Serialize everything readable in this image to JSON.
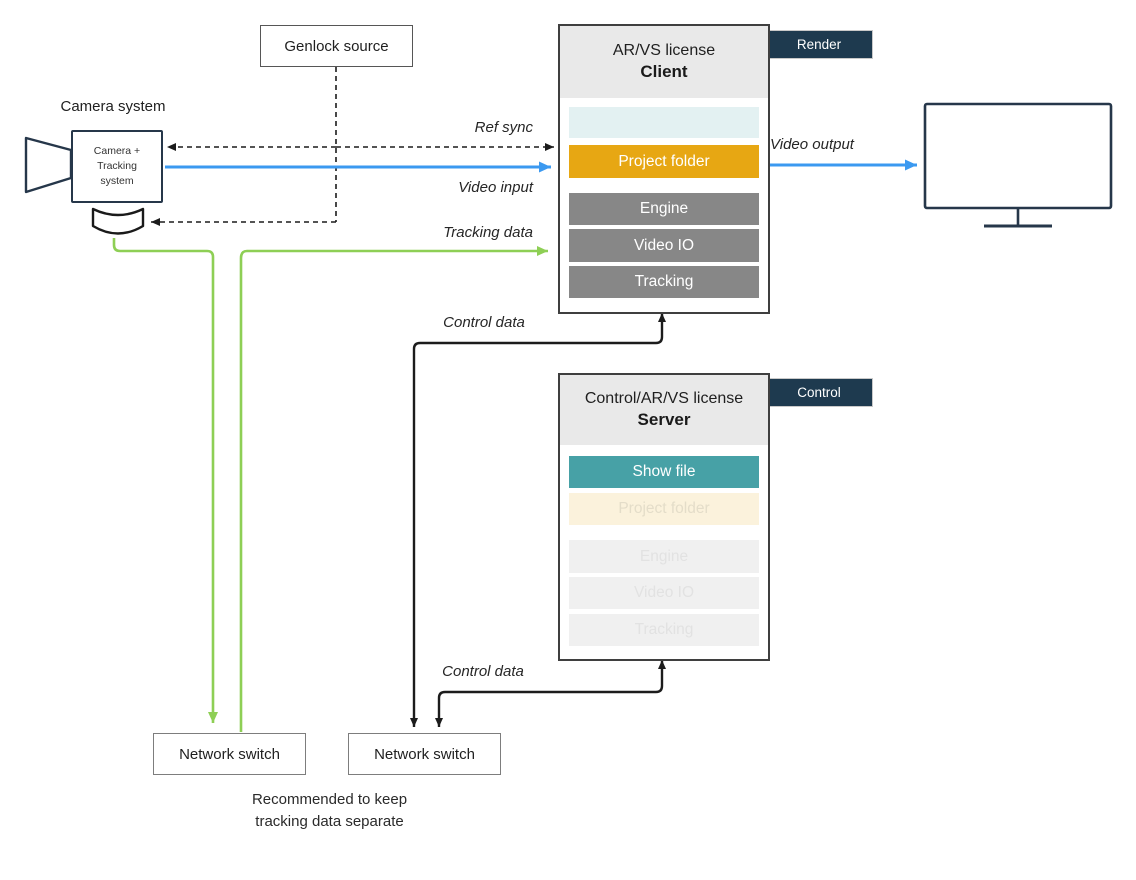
{
  "camera": {
    "label": "Camera system",
    "device_line1": "Camera +",
    "device_line2": "Tracking",
    "device_line3": "system"
  },
  "genlock": {
    "label": "Genlock source"
  },
  "client": {
    "license": "AR/VS license",
    "role": "Client",
    "tag": "Render",
    "rows": [
      {
        "label": ""
      },
      {
        "label": "Project folder"
      },
      {
        "label": "Engine"
      },
      {
        "label": "Video IO"
      },
      {
        "label": "Tracking"
      }
    ]
  },
  "server": {
    "license": "Control/AR/VS license",
    "role": "Server",
    "tag": "Control",
    "rows": [
      {
        "label": "Show file"
      },
      {
        "label": "Project folder"
      },
      {
        "label": "Engine"
      },
      {
        "label": "Video IO"
      },
      {
        "label": "Tracking"
      }
    ]
  },
  "switches": {
    "tracking_switch": "Network switch",
    "control_switch": "Network switch"
  },
  "flows": {
    "ref_sync": "Ref sync",
    "video_input": "Video input",
    "tracking_data": "Tracking data",
    "video_output": "Video output",
    "control_data_client": "Control data",
    "control_data_server": "Control data"
  },
  "note": {
    "line1": "Recommended to keep",
    "line2": "tracking data separate"
  },
  "colors": {
    "video_blue": "#3b99f0",
    "tracking_green": "#8ecf55",
    "project_folder_orange": "#e7a713",
    "show_file_teal": "#47a1a6",
    "tag_navy": "#1e3a4f",
    "control_black": "#1c1c1c"
  }
}
